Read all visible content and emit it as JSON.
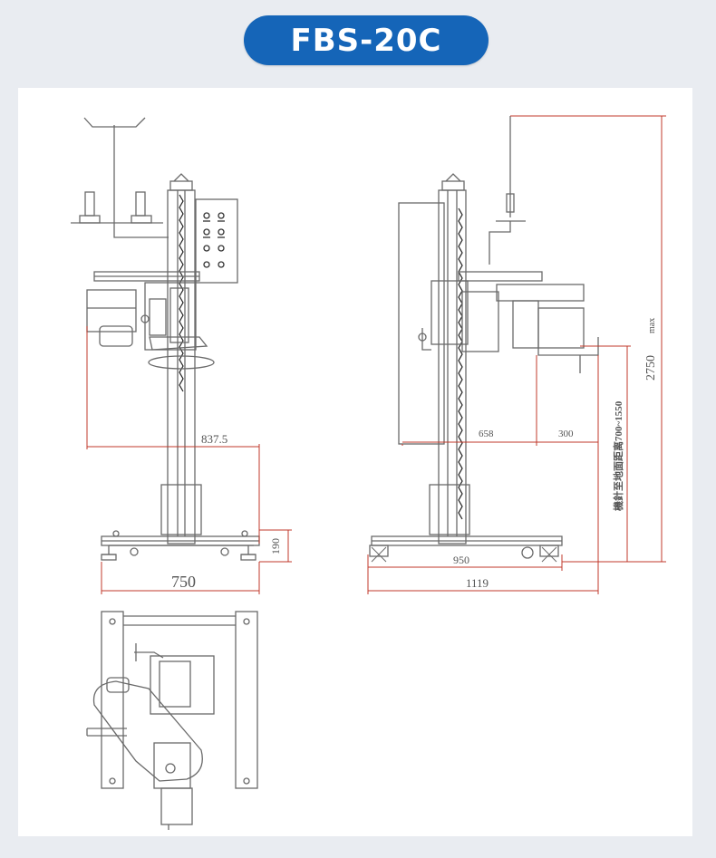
{
  "title": "FBS-20C",
  "colors": {
    "pill": "#1565b8",
    "page_background": "#e9ecf1",
    "panel": "#ffffff",
    "line": "#6a6a6a",
    "dimension_line": "#c0392b"
  },
  "front_view": {
    "dim_reach": "837.5",
    "dim_base_width": "750",
    "dim_base_height": "190"
  },
  "side_view": {
    "dim_left": "658",
    "dim_right": "300",
    "dim_base": "950",
    "dim_overall": "1119",
    "dim_total_height": "2750",
    "dim_total_height_suffix": "max",
    "vertical_note": "機針至地面距离700~1550"
  }
}
